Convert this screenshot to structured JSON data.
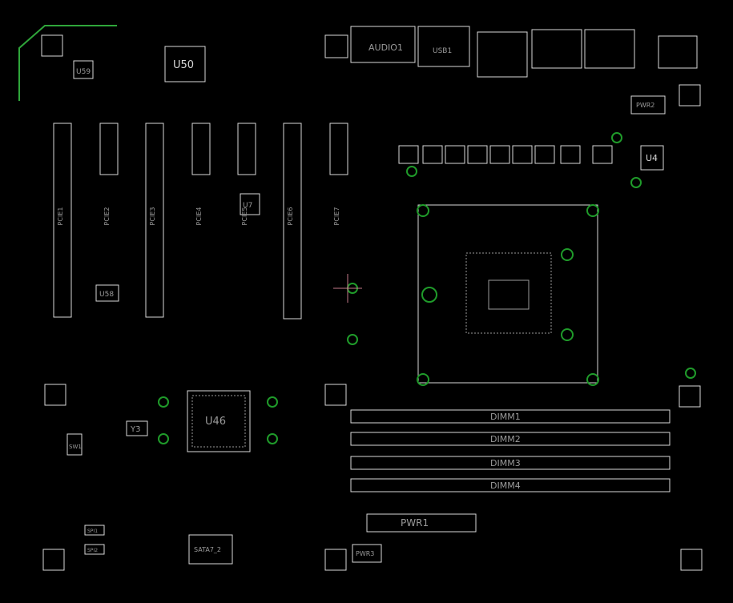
{
  "colors": {
    "background": "#000000",
    "silk": "#d8d8d8",
    "dim": "#8a8a8a",
    "via": "#1f9b2a",
    "trace": "#2fa53a"
  },
  "labels": {
    "u50": "U50",
    "u59": "U59",
    "u58": "U58",
    "u46": "U46",
    "u7": "U7",
    "u4": "U4",
    "y3": "Y3",
    "sw1": "SW1",
    "audio": "AUDIO1",
    "usb": "USB1",
    "pwr1": "PWR1",
    "pwr2": "PWR2",
    "pwr3": "PWR3",
    "sata": "SATA7_2",
    "spi1": "SPI1",
    "spi2": "SPI2",
    "dimm1": "DIMM1",
    "dimm2": "DIMM2",
    "dimm3": "DIMM3",
    "dimm4": "DIMM4"
  },
  "pcie_slots": [
    "PCIE1",
    "PCIE2",
    "PCIE3",
    "PCIE4",
    "PCIE5",
    "PCIE6",
    "PCIE7"
  ]
}
